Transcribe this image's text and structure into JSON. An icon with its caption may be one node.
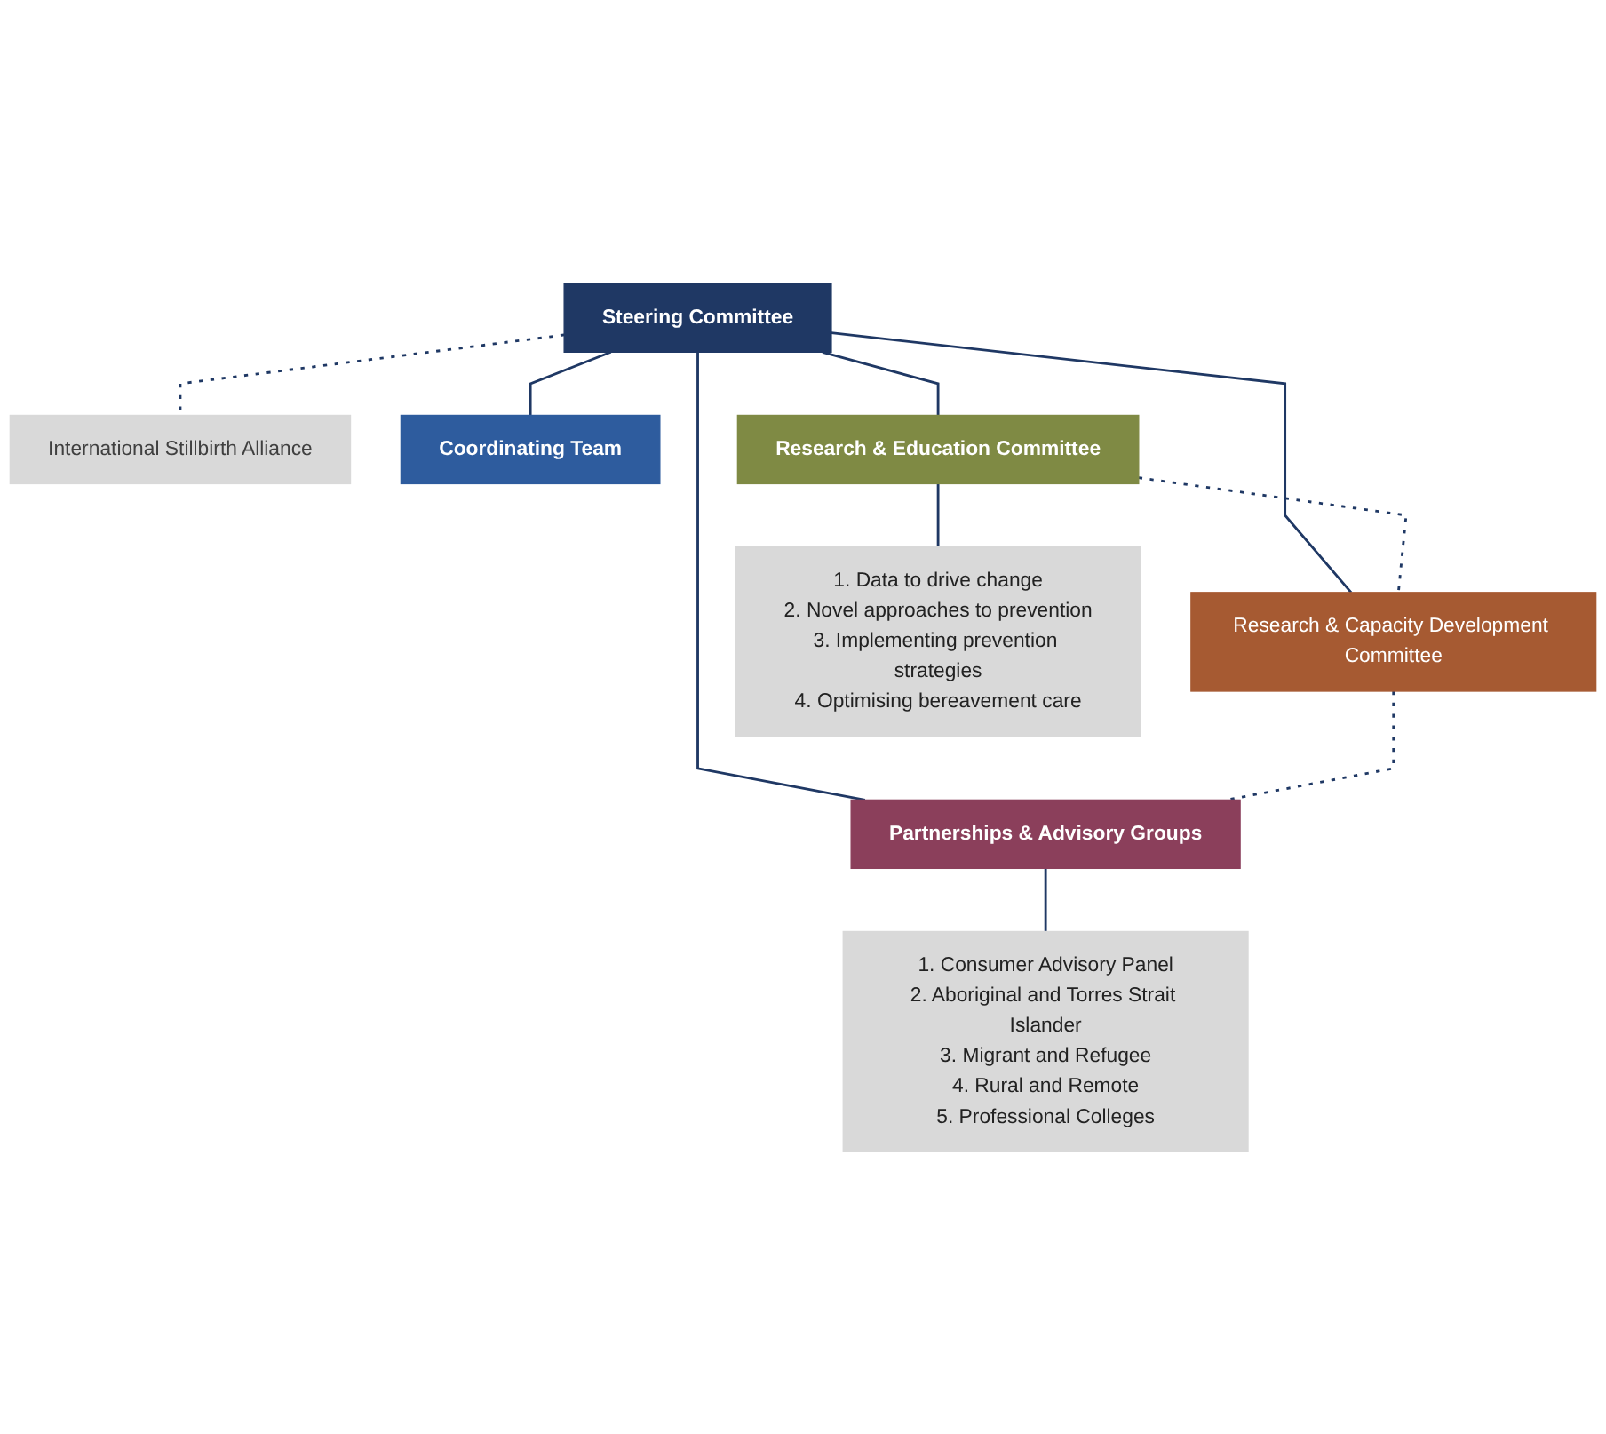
{
  "diagram": {
    "nodes": [
      {
        "text": [
          "Steering Committee"
        ]
      },
      {
        "text": [
          "International Stillbirth Alliance"
        ]
      },
      {
        "text": [
          "Coordinating Team"
        ]
      },
      {
        "text": [
          "Research & Education Committee"
        ]
      },
      {
        "text": [
          "Research & Capacity Development Committee"
        ]
      },
      {
        "text": [
          "Partnerships & Advisory Groups"
        ]
      },
      {
        "text": [
          "1. Data to drive change",
          "2. Novel approaches to prevention",
          "3. Implementing prevention strategies",
          "4. Optimising bereavement care"
        ]
      },
      {
        "text": [
          "1. Consumer Advisory Panel",
          "2. Aboriginal and Torres Strait Islander",
          "3. Migrant and Refugee",
          "4. Rural and Remote",
          "5. Professional Colleges"
        ]
      }
    ],
    "edges": [
      {
        "from": 0,
        "to": 1,
        "arrow": "none",
        "style": "dashed"
      },
      {
        "from": 0,
        "to": 2,
        "arrow": "none"
      },
      {
        "from": 0,
        "to": 3,
        "arrow": "none"
      },
      {
        "from": 0,
        "to": 4,
        "arrow": "none"
      },
      {
        "from": 0,
        "to": 5,
        "arrow": "none"
      },
      {
        "from": 3,
        "to": 4,
        "arrow": "none",
        "style": "dashed"
      },
      {
        "from": 4,
        "to": 5,
        "arrow": "none",
        "style": "dashed"
      },
      {
        "from": 3,
        "to": 6,
        "arrow": "none"
      },
      {
        "from": 5,
        "to": 7,
        "arrow": "none"
      }
    ]
  }
}
